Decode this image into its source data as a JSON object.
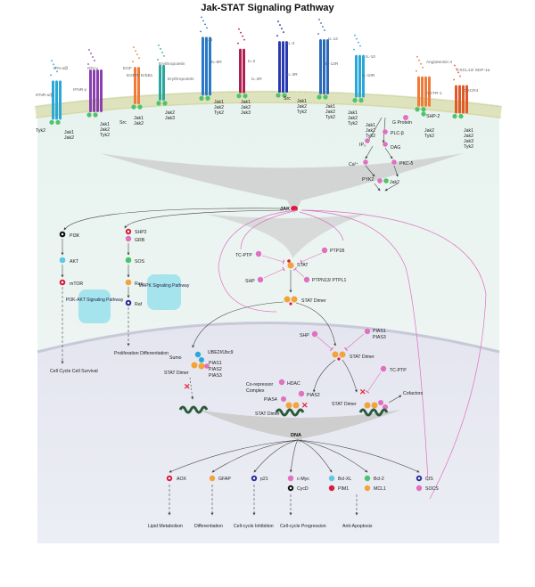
{
  "title": "Jak-STAT Signaling Pathway",
  "ligands": [
    "IFN-α/β",
    "IFN-γ",
    "EGF",
    "Erythropoietin",
    "Erythropoietin",
    "IL-6",
    "IL-2",
    "IL-3",
    "IL-12",
    "IL-10",
    "Angiotensin II",
    "CXCL12/ SDF-1α"
  ],
  "receptors": [
    "IFNR-α/β",
    "IFNR-γ",
    "EGFR/ ErbB1",
    "IL-6R",
    "IL-2R",
    "IL-3R",
    "IL-12R",
    "IL-10R",
    "AGTR-1",
    "CXCR4"
  ],
  "receptor_jaks": [
    "Tyk2",
    "Jak1 Jak2",
    "Jak1 Jak2 Tyk2",
    "Src",
    "Jak1 Jak2",
    "Jak2 Jak3",
    "Jak1 Jak2 Tyk2",
    "Jak1 Jak2 Jak3",
    "Src",
    "Jak1 Jak2 Tyk2",
    "Jak2 Tyk2",
    "Jak1 Jak2 Tyk2",
    "Jak1 Jak2 Tyk2",
    "Jak1 Jak2 Jak3 Tyk2"
  ],
  "gpcr_cascade": [
    "G Protein",
    "SHP-2",
    "PLC-β",
    "IP₃",
    "DAG",
    "Ca²⁺",
    "PKC-δ",
    "PYK2",
    "Jak2"
  ],
  "center": {
    "jak": "JAK",
    "tcptp": "TC-PTP",
    "ptp1b": "PTP1B",
    "stat": "STAT",
    "shp": "SHP",
    "ptpn13": "PTPN13/ PTPL1",
    "stat_dimer": "STAT Dimer"
  },
  "pi3k_branch": {
    "pi3k": "PI3K",
    "akt": "AKT",
    "mtor": "mTOR",
    "pathway": "PI3K-AKT Signaling Pathway",
    "outcome": "Cell Cycle Cell Survival"
  },
  "mapk_branch": {
    "shp2": "SHP2",
    "grb": "GRB",
    "sos": "SOS",
    "ras": "Ras",
    "raf": "Raf",
    "pathway": "MAPK Signaling Pathway",
    "outcome": "Proliferation Differentiation"
  },
  "nucleus": {
    "sumo_ubc": "UBE2I/Ubc9",
    "sumo": "Sumo",
    "pias": "PIAS1 PIAS2 PIAS3",
    "stat_dimer": "STAT Dimer",
    "shp": "SHP",
    "pias13": "PIAS1 PIAS3",
    "stat_dimer2": "STAT Dimer",
    "hdac": "HDAC",
    "corepressor": "Co-repressor Complex",
    "pias2": "PIAS2",
    "pias4": "PIAS4",
    "stat_dimer3": "STAT Dimer",
    "tcptp": "TC-PTP",
    "stat_dimer4": "STAT Dimer",
    "cofactors": "Cofactors",
    "dna": "DNA"
  },
  "targets": {
    "aox": "AOX",
    "gfap": "GFAP",
    "p21": "p21",
    "cmyc": "c-Myc",
    "cycd": "CycD",
    "bclxl": "Bcl-XL",
    "pim1": "PIM1",
    "bcl2": "Bcl-2",
    "mcl1": "MCL1",
    "cis": "CIS",
    "socs": "SOCS"
  },
  "outcomes": [
    "Lipid Metabolism",
    "Differentiation",
    "Cell-cycle Inhibition",
    "Cell-cycle Progression",
    "Anti-Apoptosis"
  ],
  "colors": {
    "membrane": "#e6e9c9",
    "cyto": "#eef5f2",
    "nucleus": "#e9eaf3",
    "jak": "#4cc46a",
    "stat": "#f2a33a",
    "pink": "#e070c0",
    "inhibit": "#e8287a",
    "funnel": "#c9c9c9"
  }
}
